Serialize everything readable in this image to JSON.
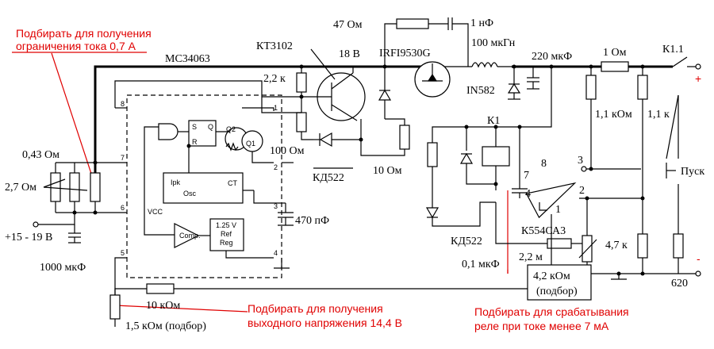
{
  "notes": {
    "current_limit_l1": "Подбирать для получения",
    "current_limit_l2": "ограничения тока 0,7 А",
    "voltage_l1": "Подбирать для получения",
    "voltage_l2": "выходного напряжения  14,4 В",
    "relay_l1": "Подбирать для срабатывания",
    "relay_l2": "реле при  токе менее 7 мА"
  },
  "labels": {
    "ic_main": "MC34063",
    "transistor": "КТ3102",
    "mosfet": "IRFI9530G",
    "r_47": "47 Ом",
    "c_1n": "1 нФ",
    "v_18": "18 В",
    "l_100u": "100 мкГн",
    "c_220u": "220 мкФ",
    "r_1": "1 Ом",
    "switch_k11": "К1.1",
    "plus": "+",
    "minus": "-",
    "r_22k": "2,2 к",
    "diode_in582": "IN582",
    "relay_k1": "К1",
    "r_11k_a": "1,1 кОм",
    "r_11k_b": "1,1 к",
    "r_043": "0,43 Ом",
    "r_27": "2,7 Ом",
    "r_100": "100 Ом",
    "diode_kd522_a": "КД522",
    "r_10": "10 Ом",
    "btn_pusk": "Пуск",
    "supply": "+15 - 19 В",
    "c_1000u": "1000 мкФ",
    "c_470p": "470 пФ",
    "diode_kd522_b": "КД522",
    "c_01u": "0,1 мкФ",
    "comparator": "К554СА3",
    "r_22m": "2,2 м",
    "r_47k": "4,7 к",
    "r_42k_l1": "4,2 кОм",
    "r_42k_l2": "(подбор)",
    "r_620": "620",
    "r_10k": "10 кОм",
    "r_15k": "1,5 кОм (подбор)",
    "ic_ipk": "Ipk",
    "ic_osc": "Osc",
    "ic_ct": "CT",
    "ic_vcc": "VCC",
    "ic_comp": "Comp.",
    "ic_ref_l1": "1.25 V",
    "ic_ref_l2": "Ref",
    "ic_ref_l3": "Reg",
    "ic_s": "S",
    "ic_r": "R",
    "ic_q": "Q",
    "ic_q1": "Q1",
    "ic_q2": "Q2",
    "pin1": "1",
    "pin2": "2",
    "pin3": "3",
    "pin4": "4",
    "pin5": "5",
    "pin6": "6",
    "pin7": "7",
    "pin8": "8",
    "cmp_pin2": "2",
    "cmp_pin3": "3",
    "cmp_pin1": "1",
    "cmp_pin4": "4",
    "cmp_pin7": "7",
    "cmp_pin8": "8"
  }
}
